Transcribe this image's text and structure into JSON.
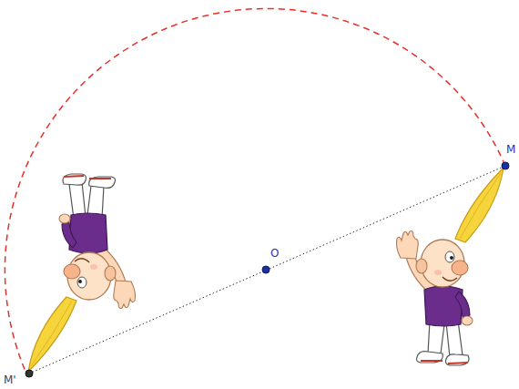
{
  "diagram": {
    "labels": [
      "M",
      "O",
      "M'"
    ]
  }
}
